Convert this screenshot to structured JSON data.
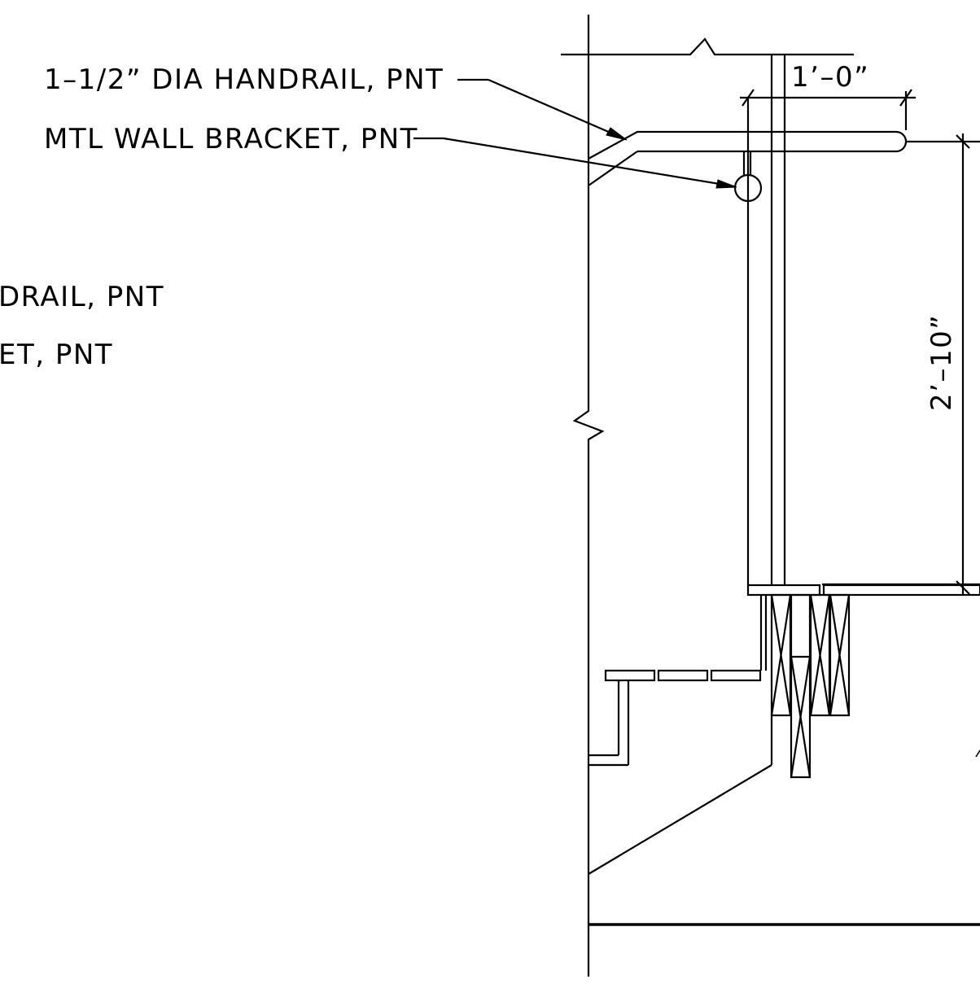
{
  "callouts": {
    "handrail": "1–1/2” DIA HANDRAIL, PNT",
    "bracket": "MTL WALL BRACKET, PNT",
    "handrail_clipped": "DRAIL, PNT",
    "bracket_clipped": "ET, PNT"
  },
  "dimensions": {
    "extension": "1’–0”",
    "height": "2’–10”"
  }
}
